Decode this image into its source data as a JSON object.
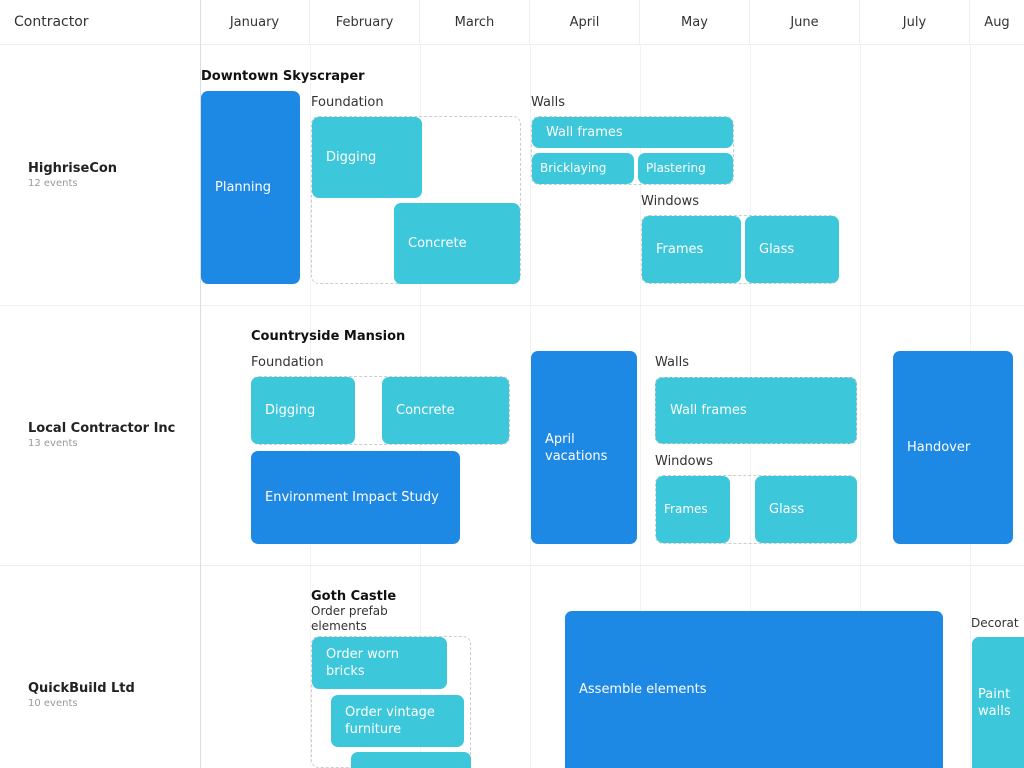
{
  "header": {
    "contractor_label": "Contractor",
    "months": [
      "January",
      "February",
      "March",
      "April",
      "May",
      "June",
      "July",
      "Aug"
    ]
  },
  "colors": {
    "task": "#1e88e5",
    "subtask": "#3cc8da"
  },
  "rows": [
    {
      "name": "HighriseCon",
      "count": "12 events",
      "project": "Downtown Skyscraper",
      "groups": [
        "Foundation",
        "Walls",
        "Windows"
      ],
      "events": [
        "Planning",
        "Digging",
        "Concrete",
        "Wall frames",
        "Bricklaying",
        "Plastering",
        "Frames",
        "Glass"
      ]
    },
    {
      "name": "Local Contractor Inc",
      "count": "13 events",
      "project": "Countryside Mansion",
      "groups": [
        "Foundation",
        "Walls",
        "Windows"
      ],
      "events": [
        "Digging",
        "Concrete",
        "Environment Impact Study",
        "April vacations",
        "Wall frames",
        "Frames",
        "Glass",
        "Handover"
      ]
    },
    {
      "name": "QuickBuild Ltd",
      "count": "10 events",
      "project": "Goth Castle",
      "groups": [
        "Order prefab elements",
        "Decorat"
      ],
      "events": [
        "Order worn bricks",
        "Order vintage furniture",
        "Assemble elements",
        "Paint walls",
        ""
      ]
    }
  ]
}
